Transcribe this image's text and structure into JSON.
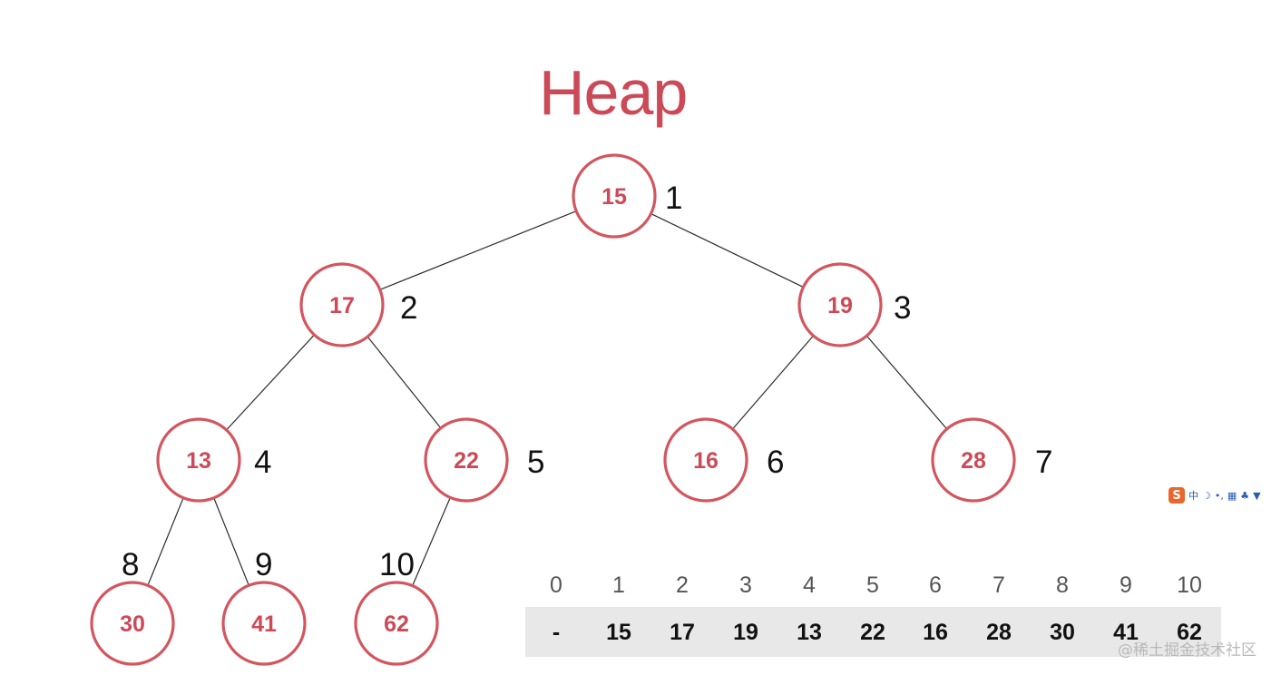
{
  "title": "Heap",
  "colors": {
    "node_stroke": "#d3565f",
    "node_text": "#cc4a58",
    "title": "#cc4a58",
    "array_bg": "#e8e8e8"
  },
  "tree": {
    "nodes": [
      {
        "index": "1",
        "value": "15"
      },
      {
        "index": "2",
        "value": "17"
      },
      {
        "index": "3",
        "value": "19"
      },
      {
        "index": "4",
        "value": "13"
      },
      {
        "index": "5",
        "value": "22"
      },
      {
        "index": "6",
        "value": "16"
      },
      {
        "index": "7",
        "value": "28"
      },
      {
        "index": "8",
        "value": "30"
      },
      {
        "index": "9",
        "value": "41"
      },
      {
        "index": "10",
        "value": "62"
      }
    ]
  },
  "array": {
    "indices": [
      "0",
      "1",
      "2",
      "3",
      "4",
      "5",
      "6",
      "7",
      "8",
      "9",
      "10"
    ],
    "values": [
      "-",
      "15",
      "17",
      "19",
      "13",
      "22",
      "16",
      "28",
      "30",
      "41",
      "62"
    ]
  },
  "ime_toolbar": {
    "logo": "S",
    "lang": "中",
    "icons": [
      "moon-icon",
      "punctuation-icon",
      "keyboard-icon",
      "skin-icon",
      "shirt-icon"
    ]
  },
  "watermark": "@稀土掘金技术社区"
}
